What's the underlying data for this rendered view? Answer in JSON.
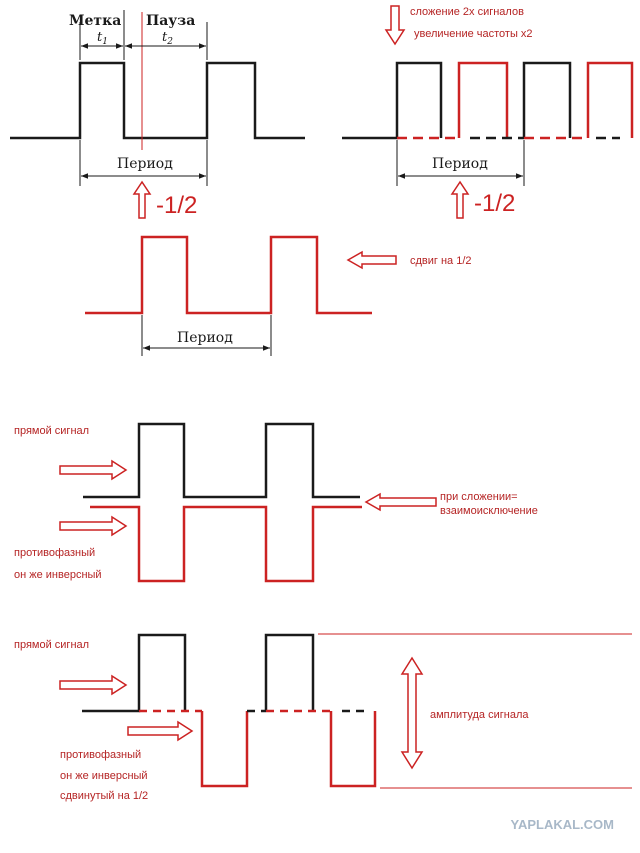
{
  "top_left": {
    "mark_label": "Метка",
    "pause_label": "Пауза",
    "t1_letter": "t",
    "t1_sub": "1",
    "t2_letter": "t",
    "t2_sub": "2",
    "period_label": "Период",
    "shift_label": "-1/2"
  },
  "top_right": {
    "note_line1": "сложение 2х сигналов",
    "note_line2": "увеличение частоты х2",
    "period_label": "Период",
    "shift_label": "-1/2"
  },
  "shifted": {
    "note": "сдвиг на 1/2",
    "period_label": "Период"
  },
  "pair": {
    "direct_label": "прямой сигнал",
    "inverse_line1": "противофазный",
    "inverse_line2": "он же инверсный",
    "sum_line1": "при сложении=",
    "sum_line2": "взаимоисключение"
  },
  "bottom": {
    "direct_label": "прямой сигнал",
    "inverse_line1": "противофазный",
    "inverse_line2": "он же инверсный",
    "inverse_line3": "сдвинутый на 1/2",
    "amplitude_label": "амплитуда сигнала"
  },
  "watermark": "YAPLAKAL.COM",
  "colors": {
    "signal_black": "#1a1a1a",
    "signal_red": "#cc2222",
    "text_red": "#b52424",
    "watermark": "#a8b8c8"
  }
}
